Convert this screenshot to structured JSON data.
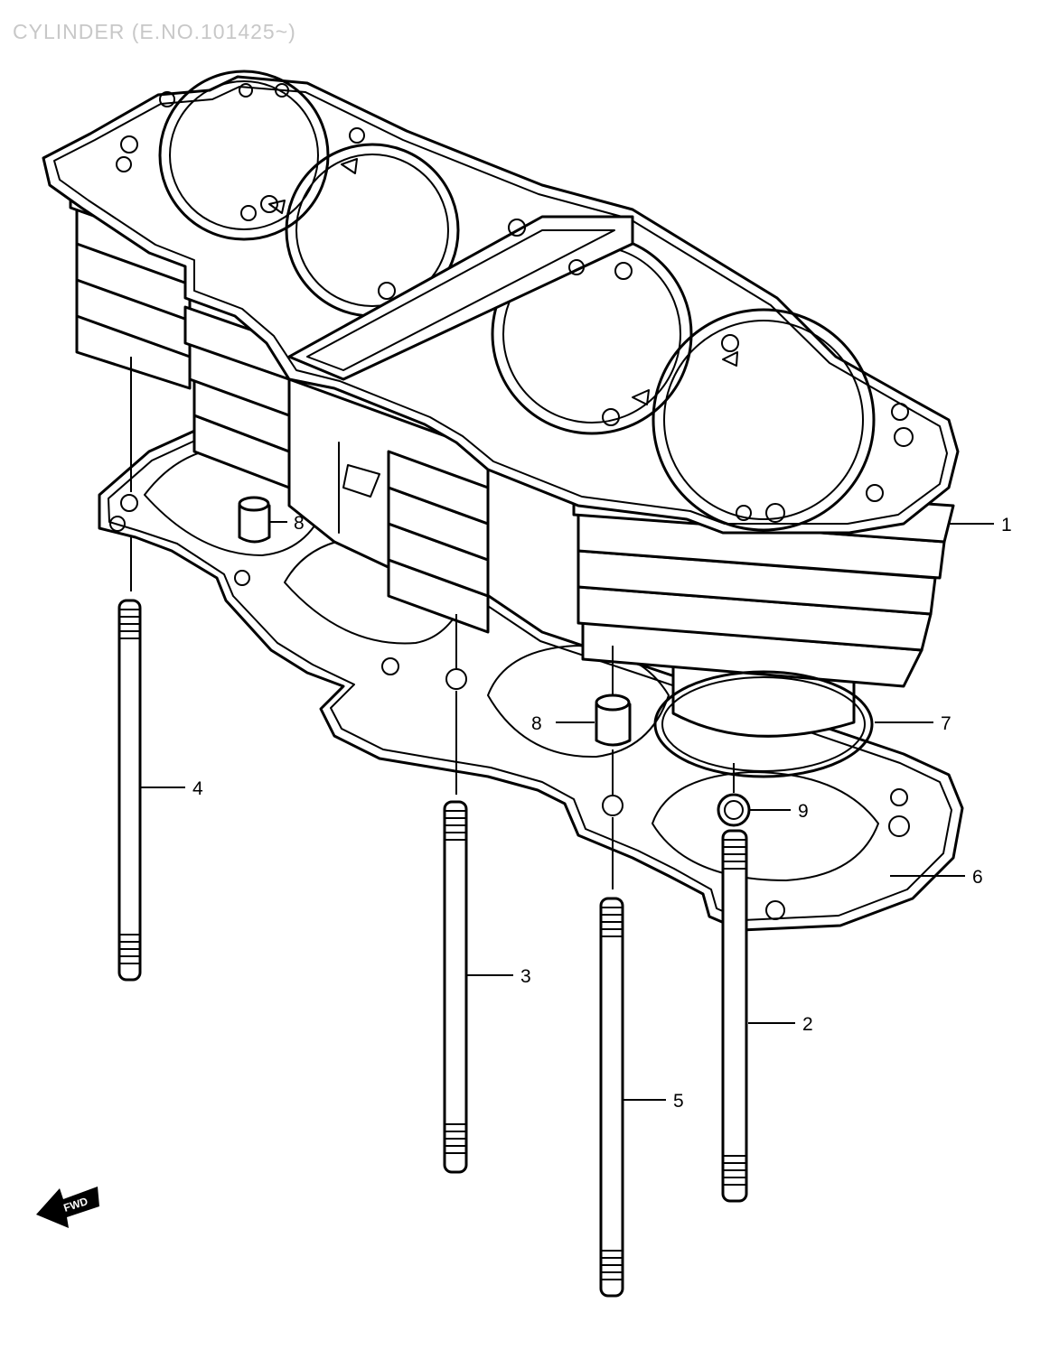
{
  "title": "CYLINDER (E.NO.101425~)",
  "fwd_label": "FWD",
  "colors": {
    "line": "#000000",
    "title": "#c8c8c8",
    "background": "#ffffff"
  },
  "callouts": {
    "c1": "1",
    "c2": "2",
    "c3": "3",
    "c4": "4",
    "c5": "5",
    "c6": "6",
    "c7": "7",
    "c8a": "8",
    "c8b": "8",
    "c9": "9"
  }
}
